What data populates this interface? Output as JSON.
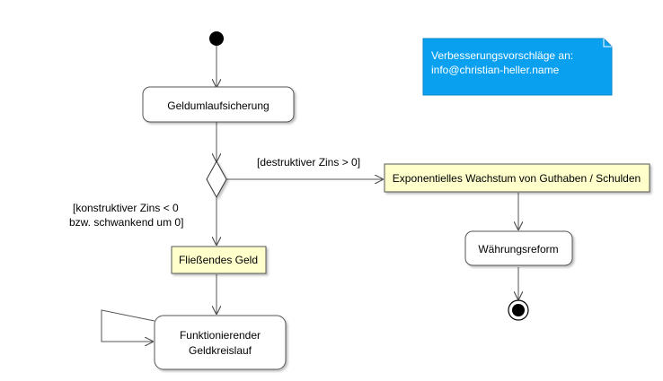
{
  "diagram": {
    "type": "uml-activity",
    "note": {
      "line1": "Verbesserungsvorschläge an:",
      "line2": "info@christian-heller.name",
      "color": "#0aa0f0"
    },
    "nodes": {
      "geldumlaufsicherung": "Geldumlaufsicherung",
      "wachstum": "Exponentielles Wachstum von Guthaben / Schulden",
      "fliessendes_geld": "Fließendes Geld",
      "waehrungsreform": "Währungsreform",
      "kreislauf_line1": "Funktionierender",
      "kreislauf_line2": "Geldkreislauf"
    },
    "guards": {
      "destruktiv": "[destruktiver Zins > 0]",
      "konstruktiv_line1": "[konstruktiver Zins < 0",
      "konstruktiv_line2": "bzw. schwankend um 0]"
    },
    "colors": {
      "highlight_fill": "#ffffcc",
      "action_fill": "#ffffff",
      "line": "#555555"
    }
  }
}
